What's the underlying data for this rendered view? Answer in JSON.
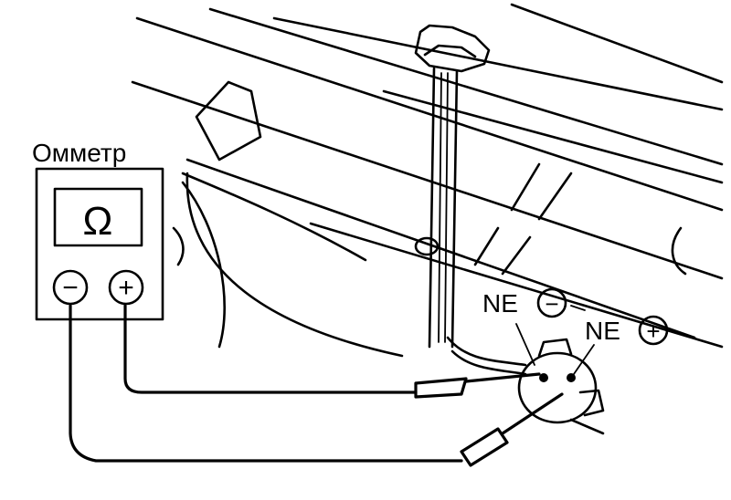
{
  "ohmmeter": {
    "title": "Омметр",
    "display_symbol": "Ω",
    "minus_terminal": "−",
    "plus_terminal": "+"
  },
  "connector": {
    "ne_minus_label": "NE",
    "ne_plus_label": "NE",
    "minus_sign": "−",
    "plus_sign": "+"
  },
  "colors": {
    "ink": "#000000",
    "background": "#ffffff"
  }
}
